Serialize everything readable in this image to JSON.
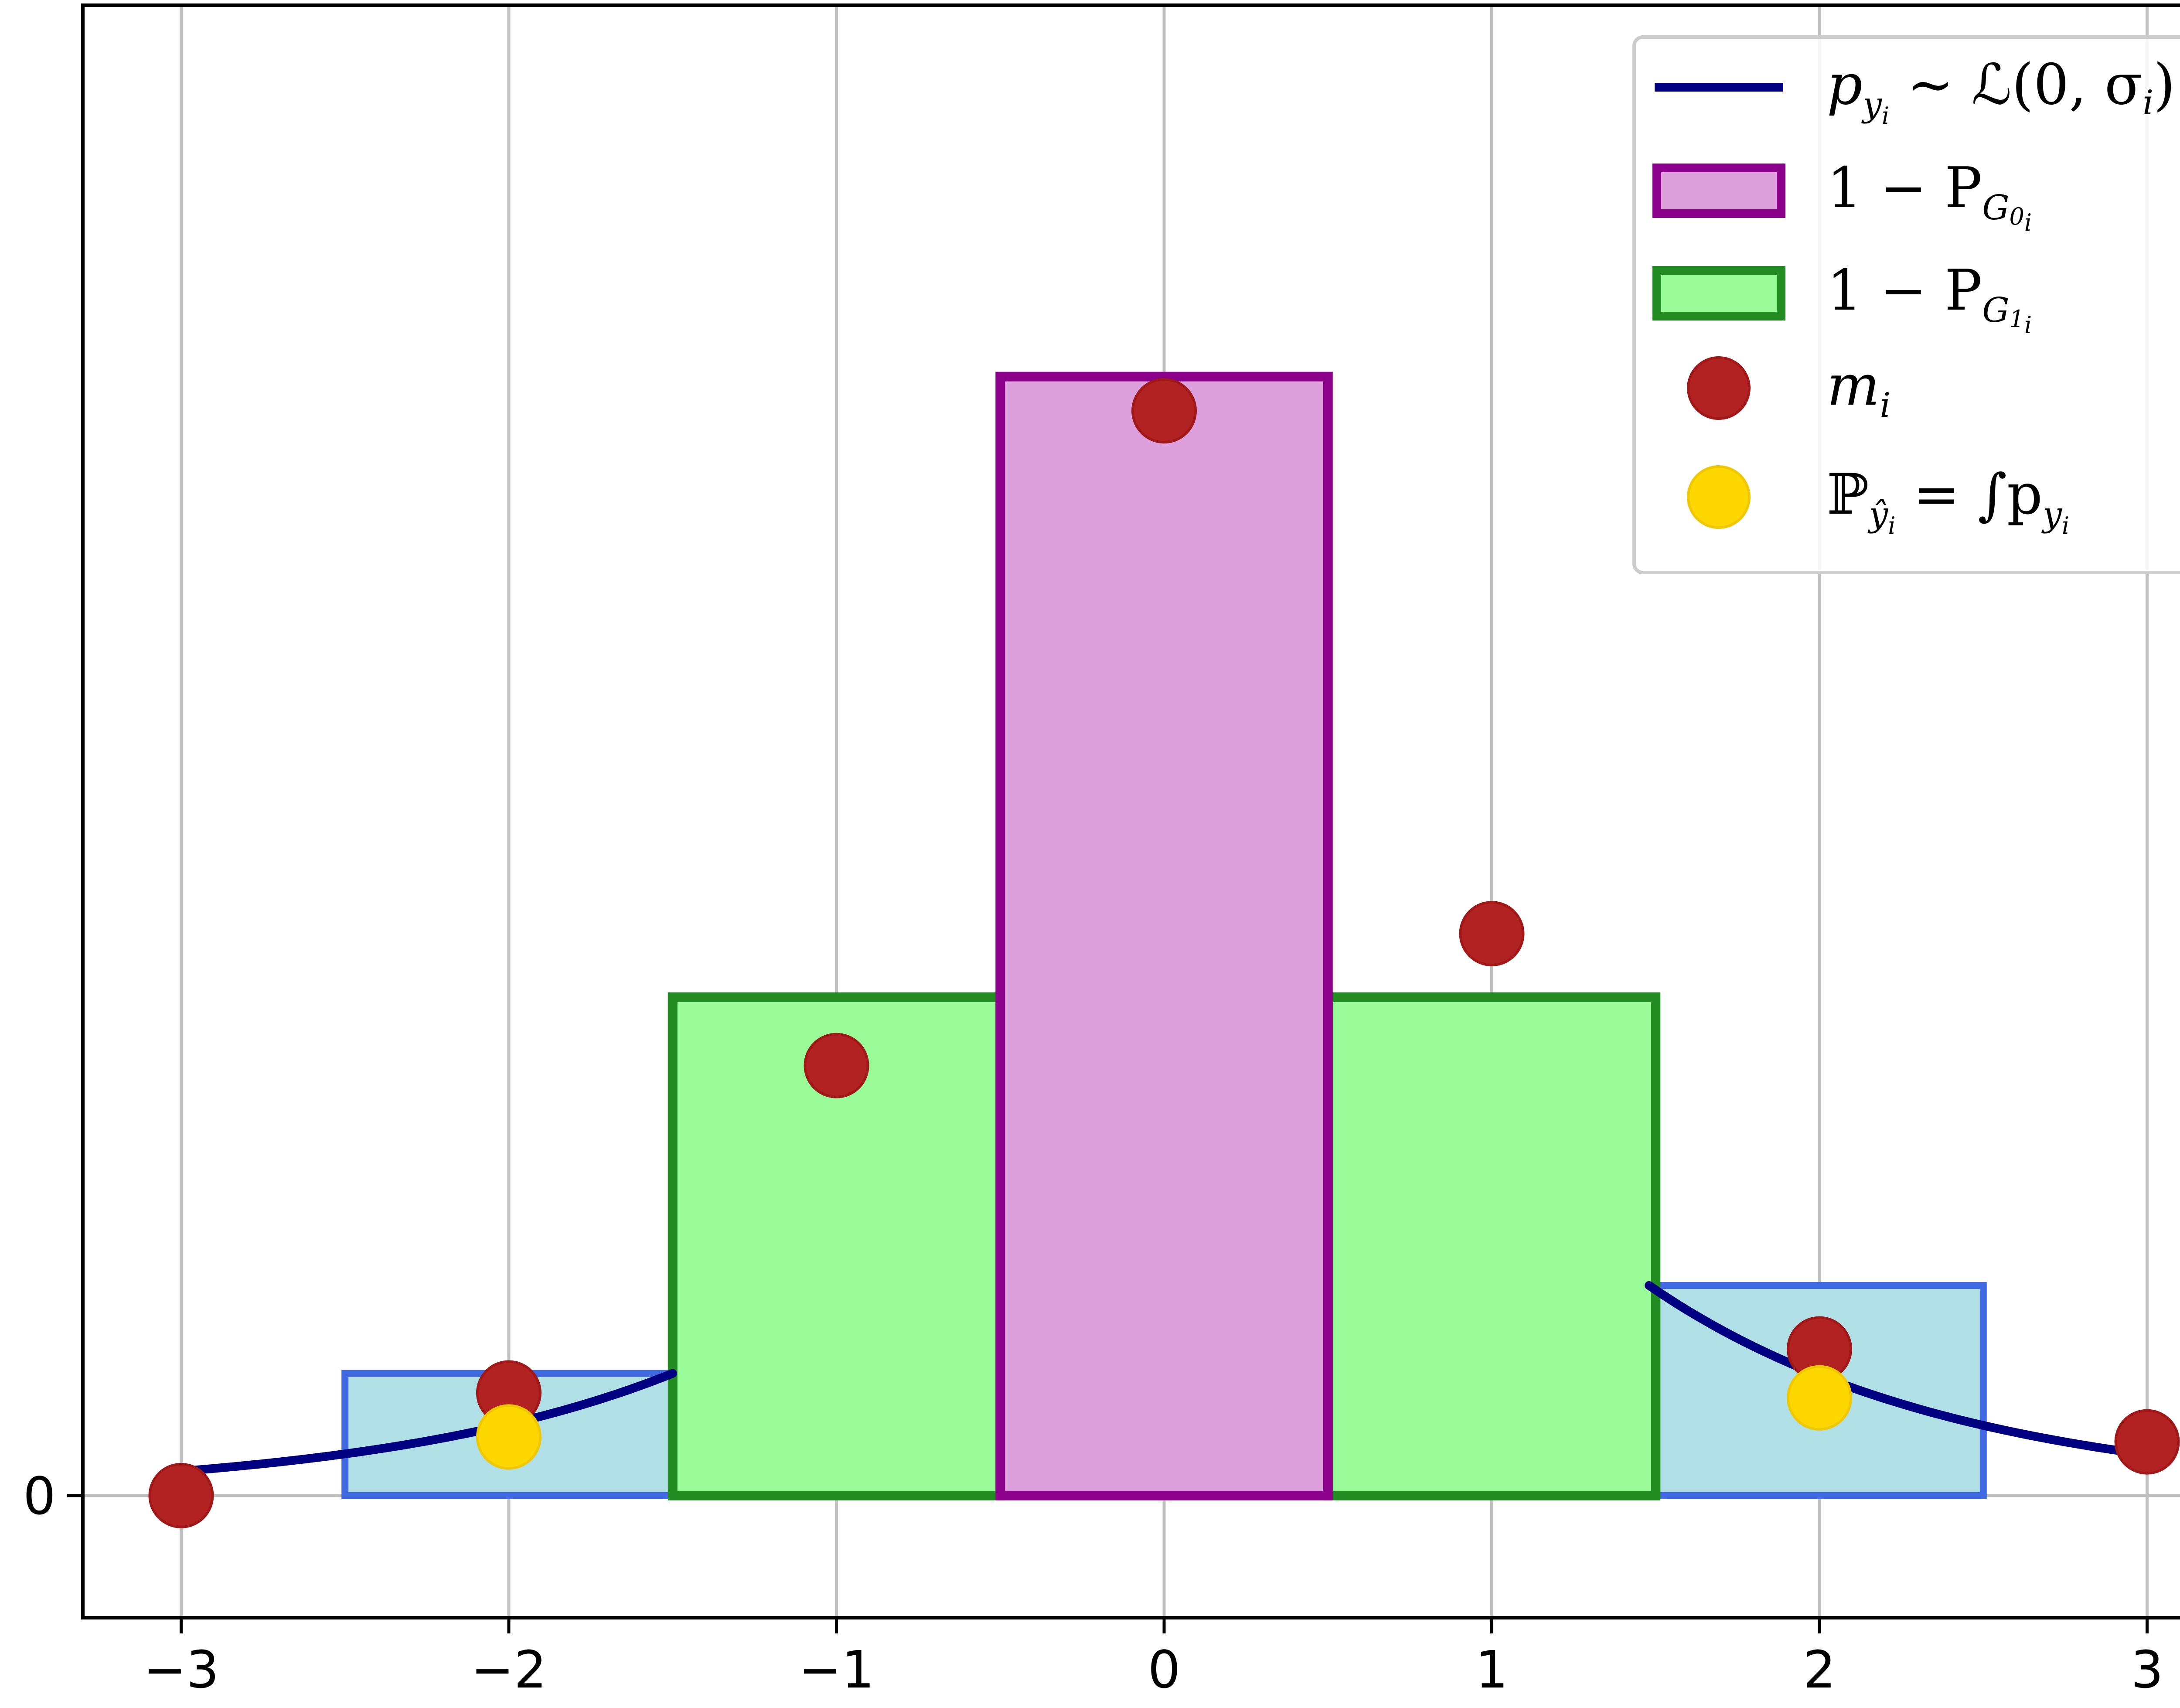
{
  "chart_data": {
    "type": "bar",
    "xlim": [
      -3.3,
      3.3
    ],
    "ylim": [
      -0.25,
      3.05
    ],
    "x_ticks": [
      "−3",
      "−2",
      "−1",
      "0",
      "1",
      "2",
      "3"
    ],
    "y_ticks": [
      "0"
    ],
    "grid": true,
    "legend_position": "top-right",
    "legend": [
      {
        "id": "laplace",
        "math": [
          "p",
          "y",
          "i",
          " ∼ ℒ(0, σ",
          "i",
          ")"
        ]
      },
      {
        "id": "g0",
        "math": [
          "1 − P",
          "G",
          "0",
          "i"
        ]
      },
      {
        "id": "g1",
        "math": [
          "1 − P",
          "G",
          "1",
          "i"
        ]
      },
      {
        "id": "m",
        "math": [
          "m",
          "i"
        ]
      },
      {
        "id": "prob",
        "math": [
          "ℙ",
          "ŷ",
          "i",
          " = ∫p",
          "y",
          "i"
        ]
      }
    ],
    "bars_g0": [
      {
        "x": 0,
        "height": 2.29
      }
    ],
    "bars_g1": [
      {
        "x": -1,
        "height": 1.02
      },
      {
        "x": 1,
        "height": 1.02
      }
    ],
    "tail_bins": [
      {
        "x": -2,
        "height": 0.25
      },
      {
        "x": 2,
        "height": 0.43
      }
    ],
    "laplace_curve": {
      "scale": 0.93,
      "x_ranges": [
        [
          -3,
          -1.5
        ],
        [
          1.48,
          3
        ]
      ],
      "left_peak": 0.25,
      "right_peak": 0.43
    },
    "m_points": [
      {
        "x": -3,
        "y": 0.0
      },
      {
        "x": -2,
        "y": 0.21
      },
      {
        "x": -1,
        "y": 0.88
      },
      {
        "x": 0,
        "y": 2.22
      },
      {
        "x": 1,
        "y": 1.15
      },
      {
        "x": 2,
        "y": 0.3
      },
      {
        "x": 3,
        "y": 0.11
      }
    ],
    "prob_points": [
      {
        "x": -2,
        "y": 0.12
      },
      {
        "x": 2,
        "y": 0.2
      }
    ],
    "colors": {
      "curve": "#000080",
      "g0_fill": "#dda0dd",
      "g0_edge": "#8b008b",
      "g1_fill": "#98fb98",
      "g1_edge": "#228b22",
      "tail_fill": "#b0e0e6",
      "tail_edge": "#4169e1",
      "m_point": "#b22222",
      "prob_point": "#ffd700",
      "grid": "#bfbfbf"
    }
  }
}
